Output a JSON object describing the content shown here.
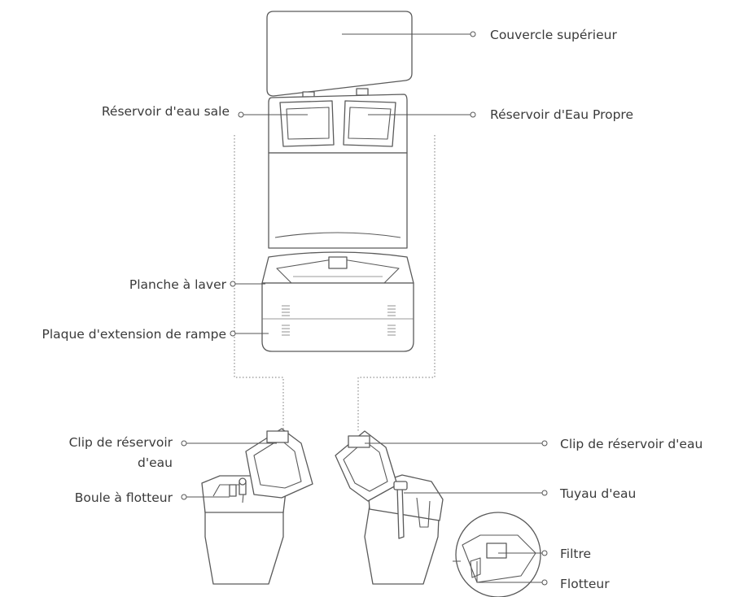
{
  "labels": {
    "top_lid": "Couvercle supérieur",
    "dirty_tank": "Réservoir d'eau sale",
    "clean_tank": "Réservoir d'Eau Propre",
    "washboard": "Planche à laver",
    "ramp_plate": "Plaque d'extension de rampe",
    "tank_clip_left_line1": "Clip de réservoir",
    "tank_clip_left_line2": "d'eau",
    "float_ball": "Boule à flotteur",
    "tank_clip_right": "Clip de réservoir d'eau",
    "water_pipe": "Tuyau d'eau",
    "filter": "Filtre",
    "float": "Flotteur"
  }
}
